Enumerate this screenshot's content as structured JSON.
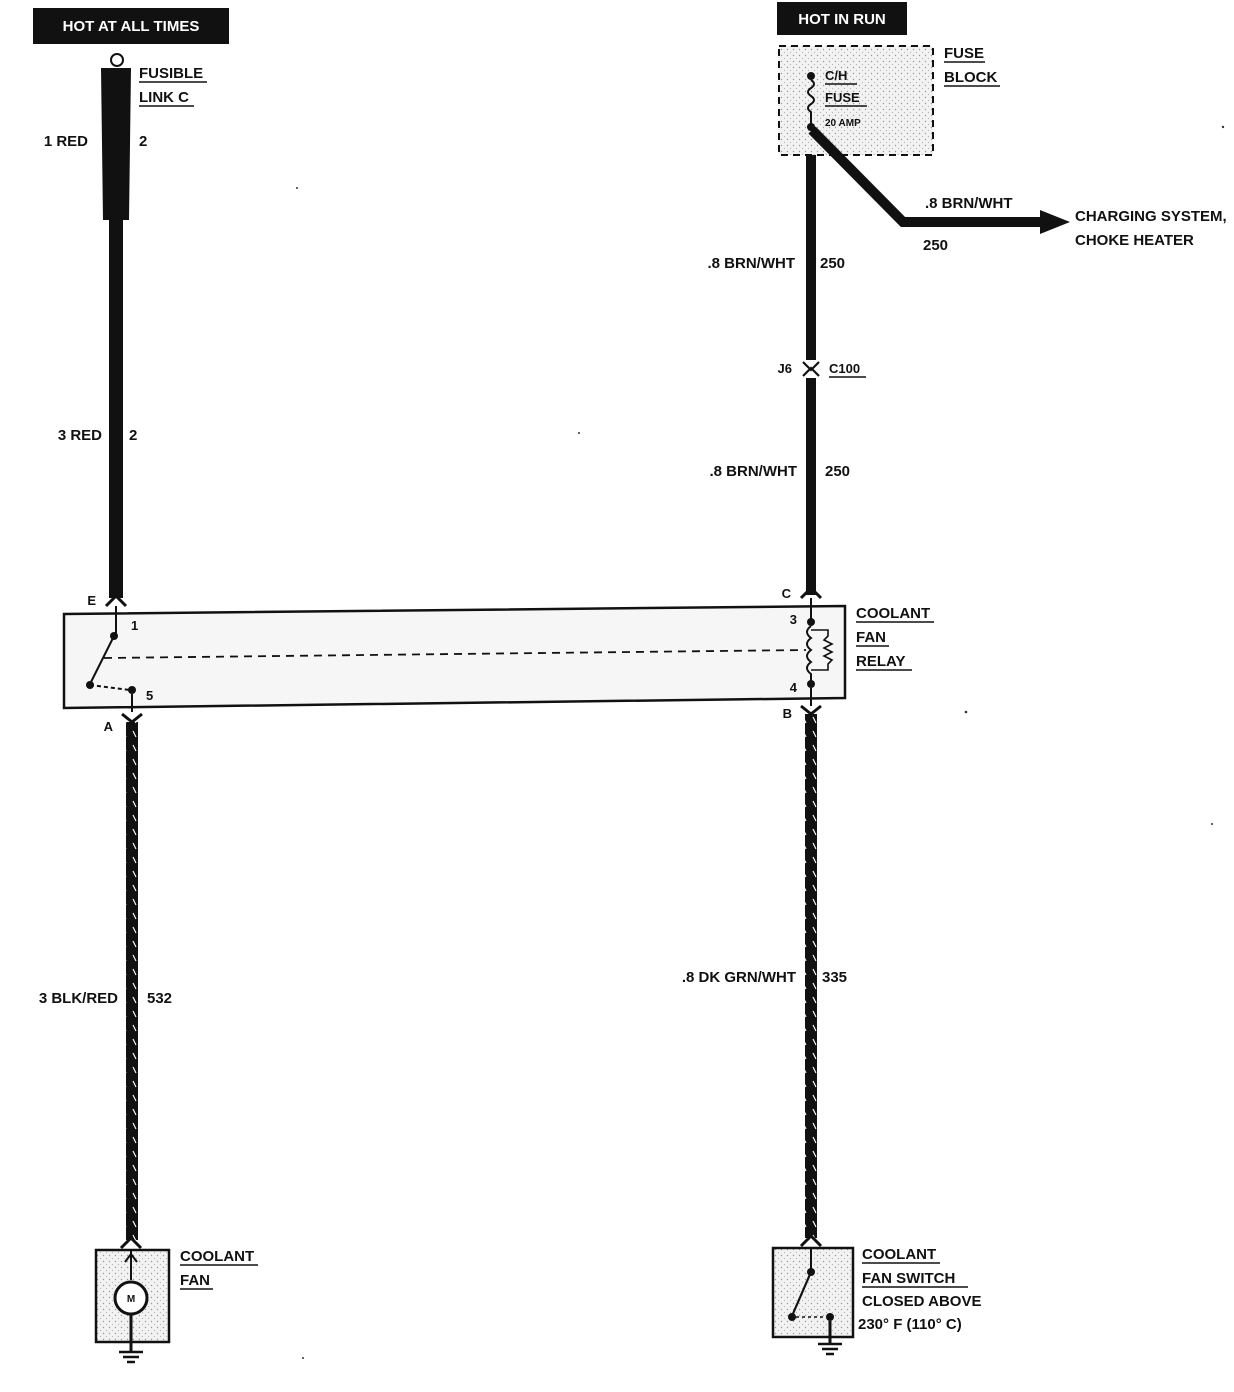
{
  "banners": {
    "hot_at_all_times": "HOT AT ALL TIMES",
    "hot_in_run": "HOT IN RUN"
  },
  "fusible_link": {
    "line1": "FUSIBLE",
    "line2": "LINK C",
    "wire_gauge_color": "1 RED",
    "circuit": "2"
  },
  "fuse_block": {
    "line1": "FUSE",
    "line2": "BLOCK",
    "fuse_name_1": "C/H",
    "fuse_name_2": "FUSE",
    "fuse_rating": "20 AMP"
  },
  "branch": {
    "wire_gauge_color": ".8 BRN/WHT",
    "circuit": "250",
    "destination_1": "CHARGING SYSTEM,",
    "destination_2": "CHOKE HEATER"
  },
  "wires": {
    "left_upper": {
      "gauge_color": "3 RED",
      "circuit": "2"
    },
    "right_upper_1": {
      "gauge_color": ".8 BRN/WHT",
      "circuit": "250"
    },
    "right_upper_2": {
      "gauge_color": ".8 BRN/WHT",
      "circuit": "250"
    },
    "left_lower": {
      "gauge_color": "3 BLK/RED",
      "circuit": "532"
    },
    "right_lower": {
      "gauge_color": ".8 DK GRN/WHT",
      "circuit": "335"
    }
  },
  "connector_c100": {
    "pin": "J6",
    "name": "C100"
  },
  "relay": {
    "line1": "COOLANT",
    "line2": "FAN",
    "line3": "RELAY",
    "terminal_e": "E",
    "terminal_c": "C",
    "terminal_a": "A",
    "terminal_b": "B",
    "pin_1": "1",
    "pin_3": "3",
    "pin_4": "4",
    "pin_5": "5"
  },
  "coolant_fan": {
    "line1": "COOLANT",
    "line2": "FAN",
    "motor_symbol": "M"
  },
  "coolant_fan_switch": {
    "line1": "COOLANT",
    "line2": "FAN SWITCH",
    "line3": "CLOSED ABOVE",
    "line4": "230° F (110° C)"
  },
  "colors": {
    "ink": "#111111",
    "paper": "#ffffff",
    "component_fill": "#e6e6e6"
  }
}
